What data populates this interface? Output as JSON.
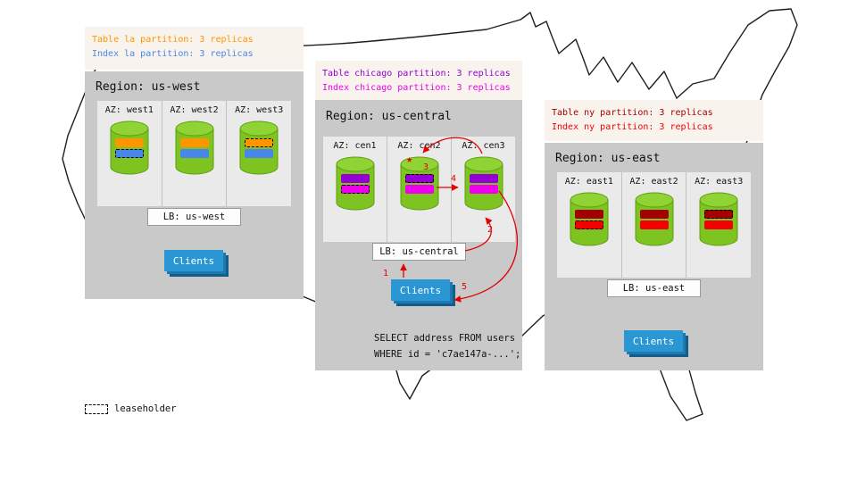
{
  "palette": {
    "cyl": "#7dc421",
    "cyl-top": "#8fd334",
    "cyl-stroke": "#619c14",
    "clients": "#2a97d4",
    "clients-sh1": "#1d7ab0",
    "clients-sh2": "#145d88",
    "arrow": "#e60000"
  },
  "legend": {
    "label": "leaseholder"
  },
  "west": {
    "annotation": {
      "table": "Table la partition: 3 replicas",
      "index": "Index la partition: 3 replicas"
    },
    "colors": {
      "table": "#ff9500",
      "index": "#4a86e8"
    },
    "title": "Region: us-west",
    "azs": [
      {
        "label": "AZ: west1",
        "table_lh": false,
        "index_lh": true
      },
      {
        "label": "AZ: west2",
        "table_lh": false,
        "index_lh": false
      },
      {
        "label": "AZ: west3",
        "table_lh": true,
        "index_lh": false
      }
    ],
    "lb": "LB: us-west",
    "clients": "Clients"
  },
  "central": {
    "annotation": {
      "table": "Table chicago partition: 3 replicas",
      "index": "Index chicago partition: 3 replicas"
    },
    "colors": {
      "table": "#9400d3",
      "index": "#ee00ee"
    },
    "title": "Region: us-central",
    "azs": [
      {
        "label": "AZ: cen1",
        "table_lh": false,
        "index_lh": true
      },
      {
        "label": "AZ: cen2",
        "table_lh": true,
        "index_lh": false
      },
      {
        "label": "AZ: cen3",
        "table_lh": false,
        "index_lh": false
      }
    ],
    "lb": "LB: us-central",
    "clients": "Clients",
    "sql": [
      "SELECT address FROM users",
      "WHERE id = 'c7ae147a-...';"
    ],
    "flow": [
      "1",
      "2",
      "3",
      "4",
      "5"
    ],
    "star": "★"
  },
  "east": {
    "annotation": {
      "table": "Table ny partition: 3 replicas",
      "index": "Index ny partition: 3 replicas"
    },
    "colors": {
      "table": "#a40000",
      "index": "#f40000"
    },
    "title": "Region: us-east",
    "azs": [
      {
        "label": "AZ: east1",
        "table_lh": false,
        "index_lh": true
      },
      {
        "label": "AZ: east2",
        "table_lh": false,
        "index_lh": false
      },
      {
        "label": "AZ: east3",
        "table_lh": true,
        "index_lh": false
      }
    ],
    "lb": "LB: us-east",
    "clients": "Clients"
  }
}
